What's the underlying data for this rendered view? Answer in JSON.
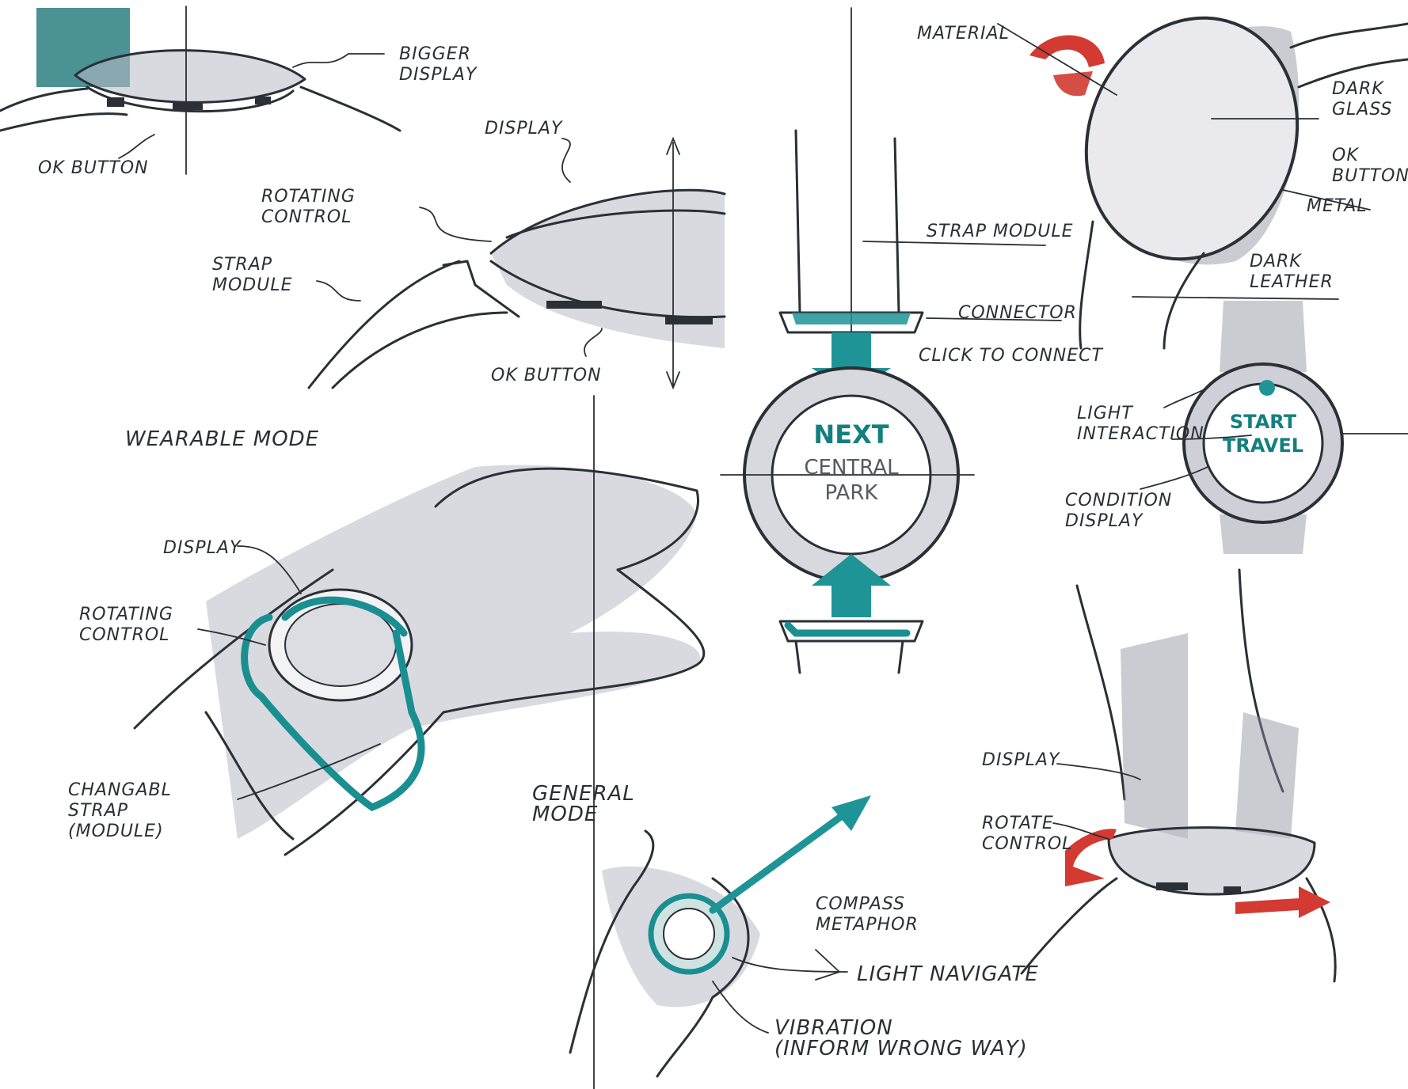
{
  "labels": {
    "bigger_display": "BIGGER\nDISPLAY",
    "ok_button_1": "OK BUTTON",
    "display_1": "DISPLAY",
    "rotating_control_1": "ROTATING\nCONTROL",
    "strap_module_1": "STRAP\nMODULE",
    "ok_button_2": "OK BUTTON",
    "strap_module_2": "STRAP MODULE",
    "connector": "CONNECTOR",
    "click_to_connect": "CLICK TO CONNECT",
    "material": "MATERIAL",
    "dark_glass": "DARK\nGLASS",
    "ok_button_3": "OK\nBUTTON",
    "metal": "METAL",
    "dark_leather": "DARK\nLEATHER",
    "light_interaction": "LIGHT\nINTERACTION",
    "condition_display": "CONDITION\nDISPLAY",
    "wearable_mode": "WEARABLE MODE",
    "display_2": "DISPLAY",
    "rotating_control_2": "ROTATING\nCONTROL",
    "changable_strap": "CHANGABL\nSTRAP\n(MODULE)",
    "general_mode": "GENERAL\nMODE",
    "compass_metaphor": "COMPASS\nMETAPHOR",
    "light_navigate": "LIGHT NAVIGATE",
    "vibration": "VIBRATION\n(INFORM WRONG WAY)",
    "display_3": "DISPLAY",
    "rotate_control": "ROTATE\nCONTROL"
  },
  "screens": {
    "next_title": "NEXT",
    "next_sub": "CENTRAL\nPARK",
    "start_title": "START\nTRAVEL"
  },
  "colors": {
    "ink": "#2b2f36",
    "accent_teal": "#1f9496",
    "accent_red": "#d23a32",
    "shading": "#b9bcc6"
  }
}
